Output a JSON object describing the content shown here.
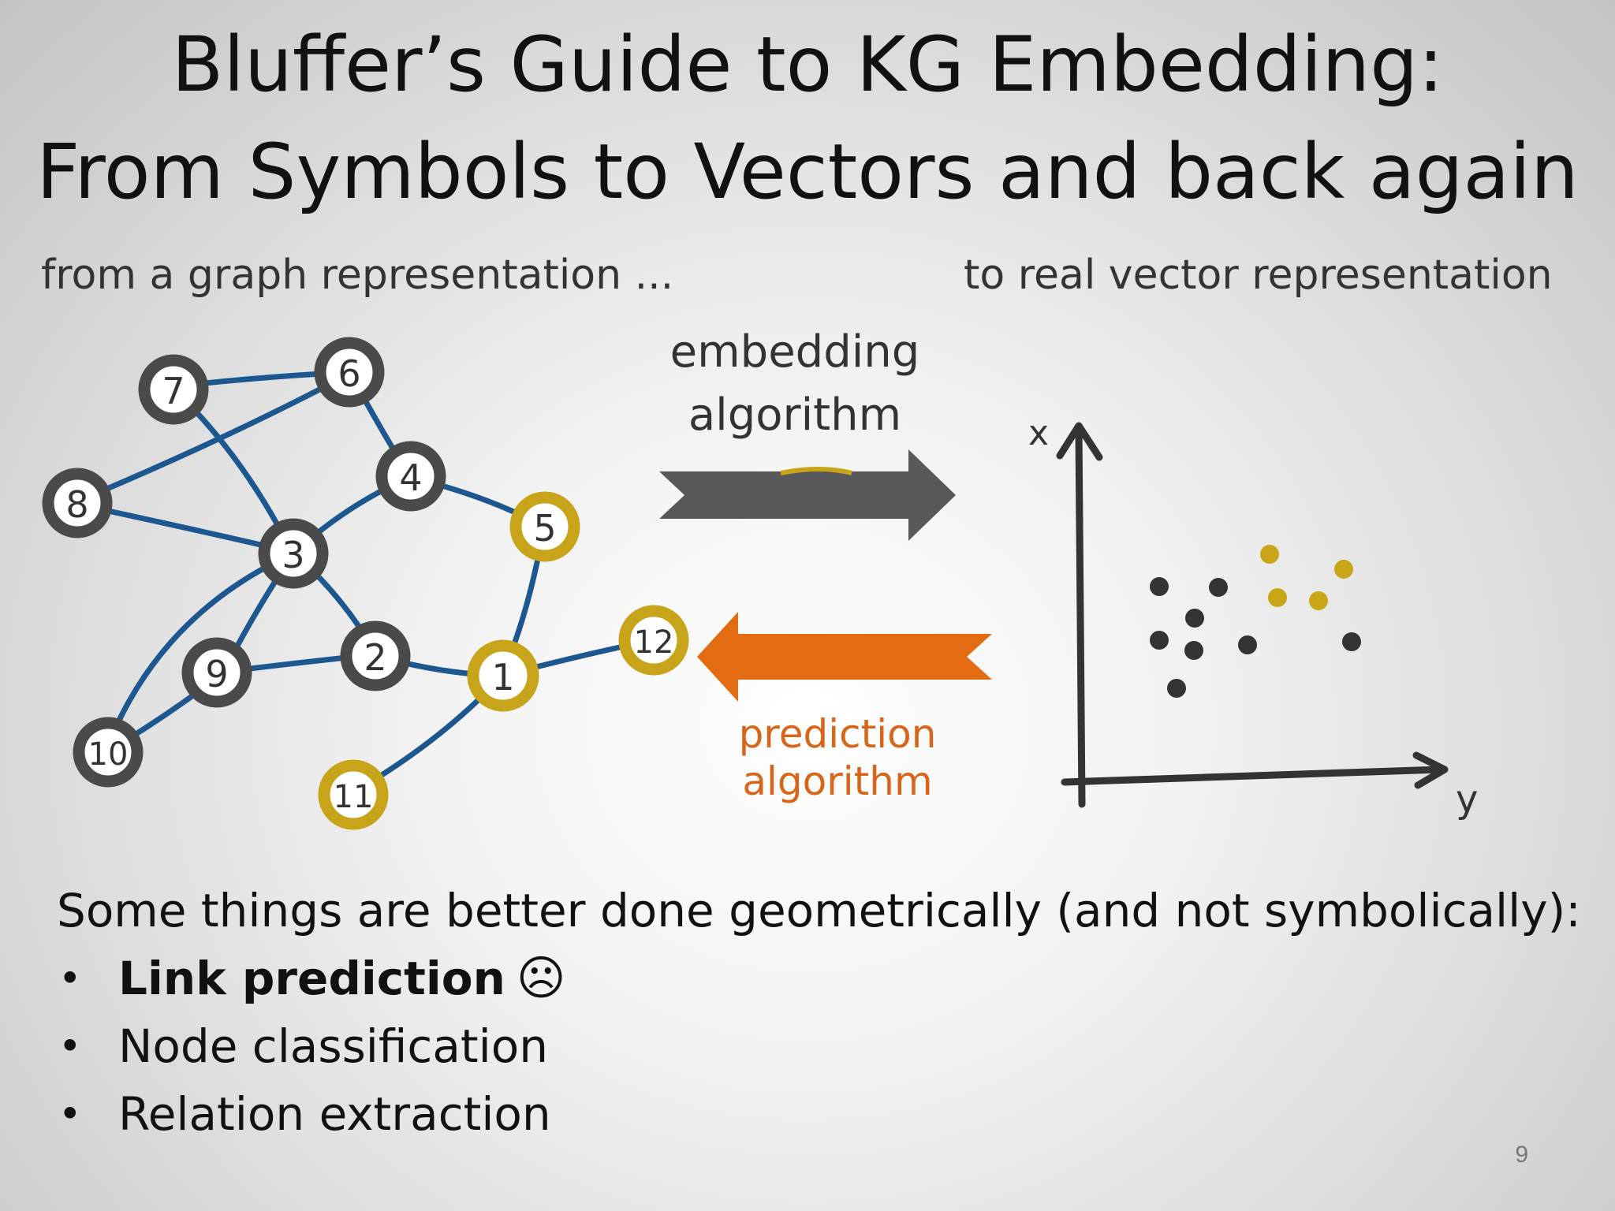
{
  "title": {
    "line1": "Bluffer’s Guide to KG Embedding:",
    "line2": "From Symbols to Vectors and back again"
  },
  "left_caption": "from a graph representation ...",
  "right_caption": "to real vector representation",
  "embedding_label": {
    "line1": "embedding",
    "line2": "algorithm"
  },
  "prediction_label": {
    "line1": "prediction",
    "line2": "algorithm"
  },
  "axes": {
    "x_label": "x",
    "y_label": "y"
  },
  "graph": {
    "nodes": [
      {
        "id": "7",
        "color": "dark"
      },
      {
        "id": "6",
        "color": "dark"
      },
      {
        "id": "8",
        "color": "dark"
      },
      {
        "id": "4",
        "color": "dark"
      },
      {
        "id": "5",
        "color": "gold"
      },
      {
        "id": "3",
        "color": "dark"
      },
      {
        "id": "2",
        "color": "dark"
      },
      {
        "id": "9",
        "color": "dark"
      },
      {
        "id": "1",
        "color": "gold"
      },
      {
        "id": "12",
        "color": "gold"
      },
      {
        "id": "10",
        "color": "dark"
      },
      {
        "id": "11",
        "color": "gold"
      }
    ],
    "edges": [
      [
        "7",
        "6"
      ],
      [
        "7",
        "3"
      ],
      [
        "8",
        "6"
      ],
      [
        "8",
        "3"
      ],
      [
        "6",
        "4"
      ],
      [
        "4",
        "3"
      ],
      [
        "4",
        "5"
      ],
      [
        "5",
        "1"
      ],
      [
        "3",
        "2"
      ],
      [
        "3",
        "9"
      ],
      [
        "3",
        "10"
      ],
      [
        "2",
        "9"
      ],
      [
        "2",
        "1"
      ],
      [
        "1",
        "12"
      ],
      [
        "1",
        "11"
      ],
      [
        "9",
        "10"
      ]
    ]
  },
  "colors": {
    "node_dark": "#4a4a4b",
    "node_gold": "#c7a419",
    "edge": "#1d5790",
    "embedding_arrow": "#58585a",
    "prediction_arrow": "#e36c13",
    "prediction_text": "#d8661a",
    "dot_dark": "#333333",
    "dot_gold": "#c9a618"
  },
  "body": {
    "intro": "Some things are better done geometrically (and not symbolically):",
    "bullets": [
      {
        "label": "Link prediction",
        "emoji": "☹",
        "bold": true
      },
      {
        "label": "Node classification",
        "bold": false
      },
      {
        "label": "Relation extraction",
        "bold": false
      }
    ],
    "bullet_char": "•"
  },
  "page_number": "9"
}
